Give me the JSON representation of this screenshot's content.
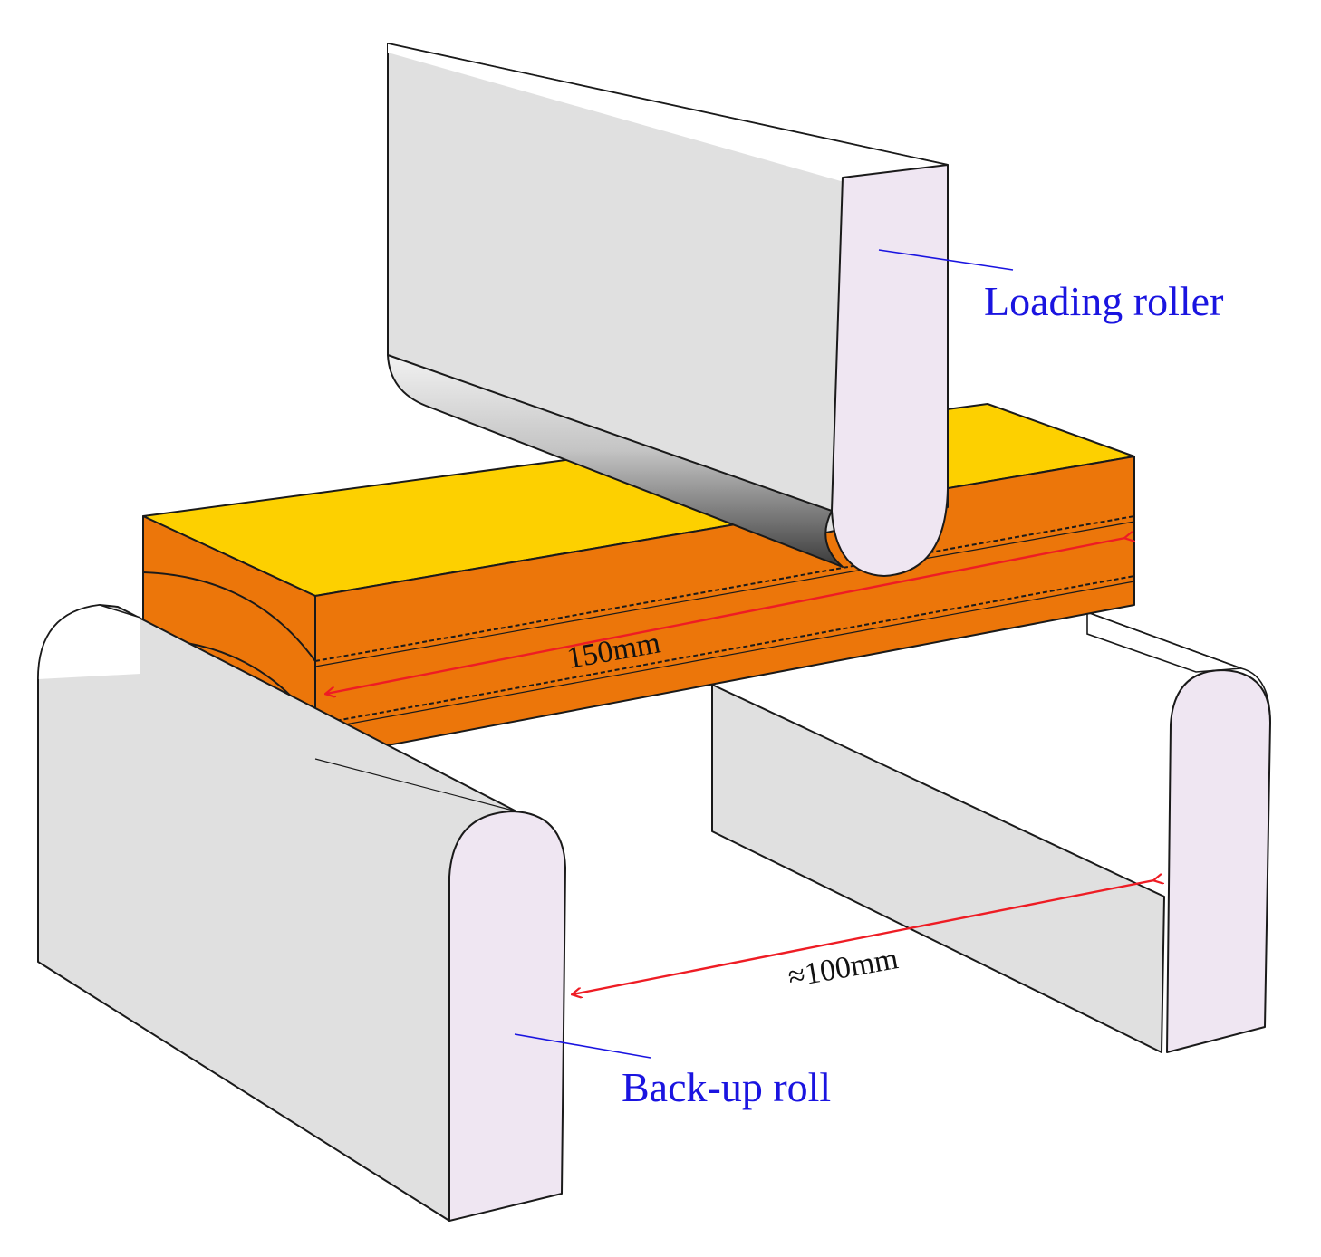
{
  "labels": {
    "loading_roller": "Loading roller",
    "backup_roll": "Back-up roll",
    "span_length": "150mm",
    "support_span": "≈100mm"
  },
  "colors": {
    "roller_side": "#e0e0e0",
    "roller_end": "#efe6f2",
    "specimen_top": "#fdd000",
    "specimen_side": "#ec760a",
    "label_blue": "#1a14e0",
    "dimension_arrow": "#ee1c24"
  }
}
